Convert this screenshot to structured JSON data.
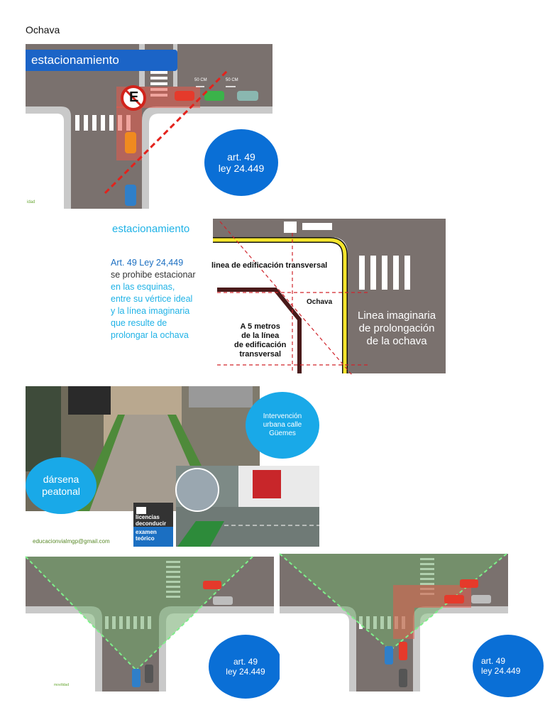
{
  "doc": {
    "title": "Ochava"
  },
  "img1": {
    "banner": "estacionamiento",
    "sign_letter": "E",
    "dist_a": "50 CM",
    "dist_b": "50 CM",
    "circle_l1": "art. 49",
    "circle_l2": "ley 24.449",
    "corner_mark": "idad"
  },
  "img2": {
    "heading": "estacionamiento",
    "text_l1": "Art. 49 Ley 24,449",
    "text_l2": "se prohibe estacionar",
    "text_l3": "en las esquinas,",
    "text_l4": "entre su vértice ideal",
    "text_l5": "y la línea imaginaria",
    "text_l6": "que resulte de",
    "text_l7": "prolongar la ochava",
    "label_linea": "linea de edificación transversal",
    "label_ochava": "Ochava",
    "label_5m_1": "A 5 metros",
    "label_5m_2": "de la línea",
    "label_5m_3": "de edificación",
    "label_5m_4": "transversal",
    "label_imag_1": "Linea imaginaria",
    "label_imag_2": "de prolongación",
    "label_imag_3": "de la ochava"
  },
  "img3": {
    "circle_right_l1": "Intervención",
    "circle_right_l2": "urbana calle",
    "circle_right_l3": "Güemes",
    "circle_left_l1": "dársena",
    "circle_left_l2": "peatonal",
    "badge_l1": "licencias",
    "badge_l2": "deconducir",
    "badge_l3": "examen",
    "badge_l4": "teórico",
    "email": "educacionvialmgp@gmail.com"
  },
  "img4": {
    "circle_l1": "art. 49",
    "circle_l2": "ley 24.449",
    "corner_mark": "movilidad"
  },
  "img5": {
    "circle_l1": "art. 49",
    "circle_l2": "ley 24.449"
  }
}
